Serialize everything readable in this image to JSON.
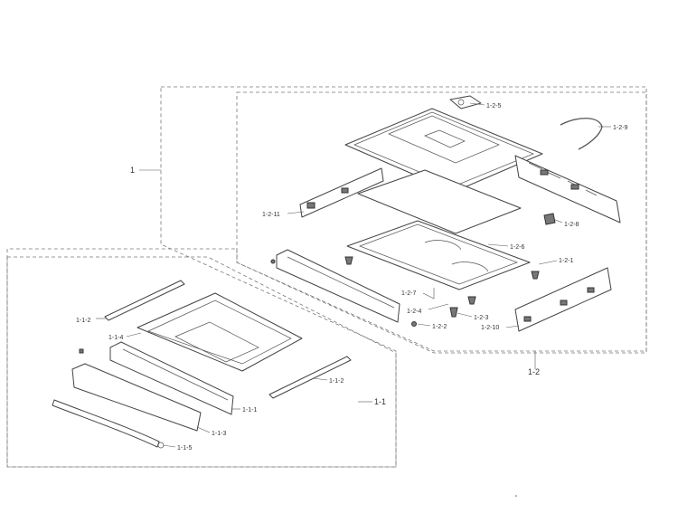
{
  "labels": {
    "assembly_1": "1",
    "assembly_1_1": "1-1",
    "assembly_1_2": "1-2",
    "p_1_2_5": "1-2-5",
    "p_1_2_9": "1-2-9",
    "p_1_2_11": "1-2-11",
    "p_1_2_8": "1-2-8",
    "p_1_2_6": "1-2-6",
    "p_1_2_1": "1-2-1",
    "p_1_2_7": "1-2-7",
    "p_1_2_4": "1-2-4",
    "p_1_2_3": "1-2-3",
    "p_1_2_2": "1-2-2",
    "p_1_2_10": "1-2-10",
    "p_1_1_2_left": "1-1-2",
    "p_1_1_4": "1-1-4",
    "p_1_1_2_right": "1-1-2",
    "p_1_1_1": "1-1-1",
    "p_1_1_3": "1-1-3",
    "p_1_1_5": "1-1-5"
  },
  "colors": {
    "line": "#444444",
    "dashed_boundary": "#777777",
    "dark_part": "#777777"
  }
}
